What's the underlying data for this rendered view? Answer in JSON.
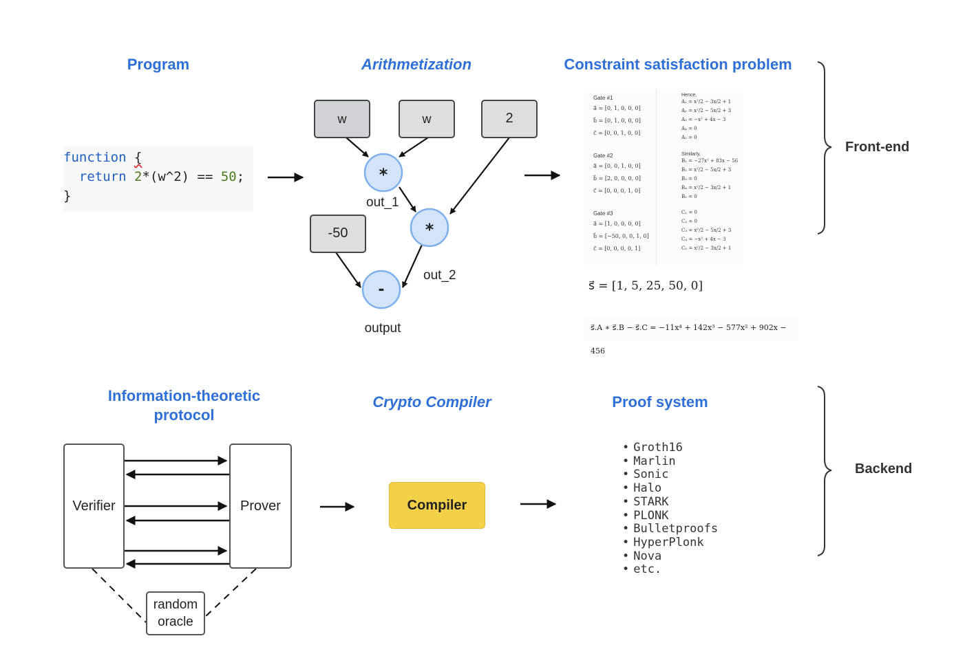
{
  "sections": {
    "program": "Program",
    "arithmetization": "Arithmetization",
    "csp": "Constraint satisfaction problem",
    "itp_line1": "Information-theoretic",
    "itp_line2": "protocol",
    "crypto_compiler": "Crypto Compiler",
    "proof_system": "Proof system"
  },
  "side_labels": {
    "frontend": "Front-end",
    "backend": "Backend"
  },
  "code": {
    "line1_kw": "function",
    "line1_brace": "{",
    "line2_kw": "return",
    "line2_num": "2",
    "line2_mid": "*(w^2) ==",
    "line2_val": "50",
    "line2_end": ";",
    "line3": "}"
  },
  "circuit": {
    "input_w1": "w",
    "input_w2": "w",
    "input_const": "2",
    "input_neg": "-50",
    "op_mul1": "*",
    "op_mul2": "*",
    "op_sub": "-",
    "label_out1": "out_1",
    "label_out2": "out_2",
    "label_output": "output"
  },
  "csp": {
    "gate1": "Gate #1",
    "gate1_a": "a⃗ = [0, 1, 0, 0, 0]",
    "gate1_b": "b⃗ = [0, 1, 0, 0, 0]",
    "gate1_c": "c⃗ = [0, 0, 1, 0, 0]",
    "gate2": "Gate #2",
    "gate2_a": "a⃗ = [0, 0, 1, 0, 0]",
    "gate2_b": "b⃗ = [2, 0, 0, 0, 0]",
    "gate2_c": "c⃗ = [0, 0, 0, 1, 0]",
    "gate3": "Gate #3",
    "gate3_a": "a⃗ = [1, 0, 0, 0, 0]",
    "gate3_b": "b⃗ = [−50, 0, 0, 1, 0]",
    "gate3_c": "c⃗ = [0, 0, 0, 0, 1]",
    "hence": "Hence,",
    "A1": "A₁ = x²/2 − 3x/2 + 1",
    "A2": "A₂ = x²/2 − 5x/2 + 3",
    "A3": "A₃ = −x² + 4x − 3",
    "A4": "A₄ = 0",
    "A5": "A₅ = 0",
    "similarly": "Similarly,",
    "B1": "B₁ = −27x² + 83x − 56",
    "B2": "B₂ = x²/2 − 5x/2 + 3",
    "B3": "B₃ = 0",
    "B4": "B₄ = x²/2 − 3x/2 + 1",
    "B5": "B₅ = 0",
    "C1": "C₁ = 0",
    "C2": "C₂ = 0",
    "C3": "C₃ = x²/2 − 5x/2 + 3",
    "C4": "C₄ = −x² + 4x − 3",
    "C5": "C₅ = x²/2 − 3x/2 + 1",
    "s_vector": "s⃗ = [1, 5, 25, 50, 0]",
    "poly": "s⃗.A ∗ s⃗.B − s⃗.C = −11x⁴ + 142x³ − 577x² + 902x − 456"
  },
  "protocol": {
    "verifier": "Verifier",
    "prover": "Prover",
    "oracle_line1": "random",
    "oracle_line2": "oracle"
  },
  "compiler_label": "Compiler",
  "proof_systems": [
    "Groth16",
    "Marlin",
    "Sonic",
    "Halo",
    "STARK",
    "PLONK",
    "Bulletproofs",
    "HyperPlonk",
    "Nova",
    "etc."
  ]
}
